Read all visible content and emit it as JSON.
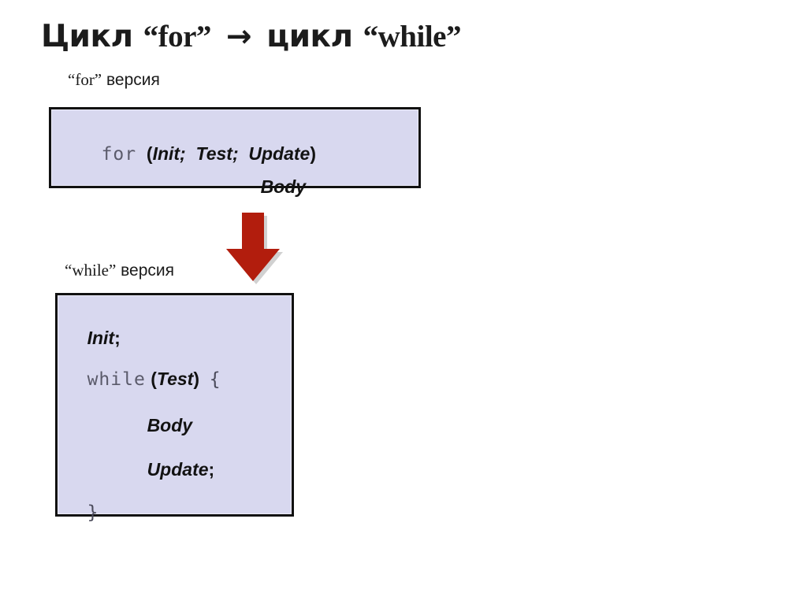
{
  "slide": {
    "title_parts": {
      "word_loop_1": "Цикл",
      "quoted_1": "“for”",
      "arrow": "→",
      "word_loop_2": "цикл",
      "quoted_2": "“while”"
    },
    "title_plain": "Цикл “for” → цикл “while”",
    "background_color": "#ffffff"
  },
  "sections": {
    "for_version": {
      "caption_quoted": "“for”",
      "caption_word": "версия",
      "caption_plain": "“for” версия",
      "code_box": {
        "background_color": "#d8d8ef",
        "border_color": "#111111",
        "lines": [
          {
            "keyword": "for",
            "open_paren": "(",
            "init": "Init;",
            "test": "Test;",
            "update": "Update",
            "close_paren": ")",
            "plain": "for (Init; Test; Update )"
          },
          {
            "body": "Body",
            "plain": "Body"
          }
        ]
      }
    },
    "while_version": {
      "caption_quoted": "“while”",
      "caption_word": "версия",
      "caption_plain": "“while” версия",
      "code_box": {
        "background_color": "#d8d8ef",
        "border_color": "#111111",
        "lines": [
          {
            "ident": "Init",
            "punct": ";",
            "plain": "Init ;"
          },
          {
            "keyword": "while",
            "open_paren": "(",
            "test": "Test",
            "close_paren": ")",
            "open_brace": "{",
            "plain": "while (Test ) {"
          },
          {
            "ident": "Body",
            "plain": "Body"
          },
          {
            "ident": "Update",
            "punct": ";",
            "plain": "Update ;"
          },
          {
            "close_brace": "}",
            "plain": "}"
          }
        ]
      }
    }
  },
  "flow_arrow": {
    "direction": "down",
    "color": "#b21d0d",
    "shadow_color": "#9a9a9a"
  }
}
